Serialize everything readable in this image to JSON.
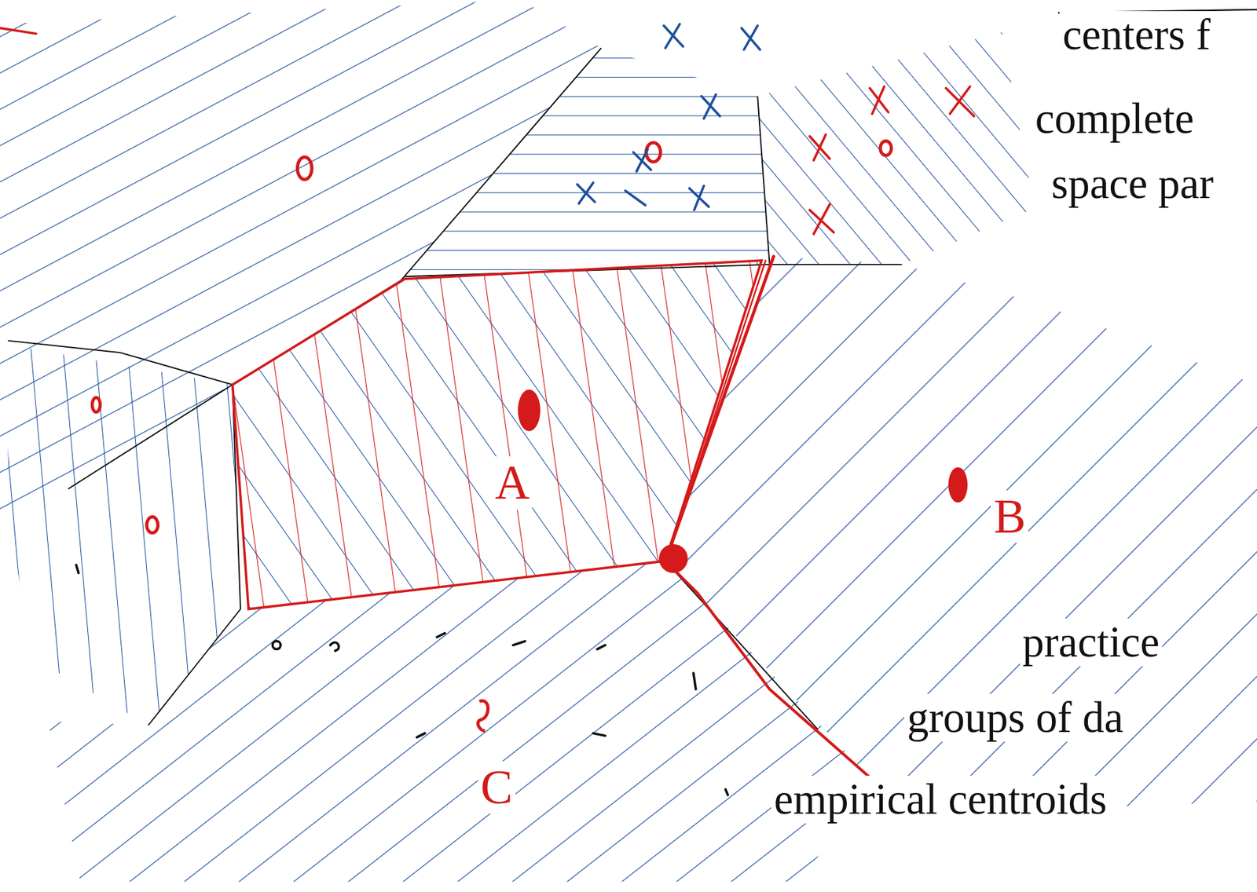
{
  "diagram": {
    "labels": [
      "centers f",
      "complete",
      "space par",
      "A",
      "B",
      "C",
      "practice",
      "groups of da",
      "empirical centroids"
    ]
  }
}
